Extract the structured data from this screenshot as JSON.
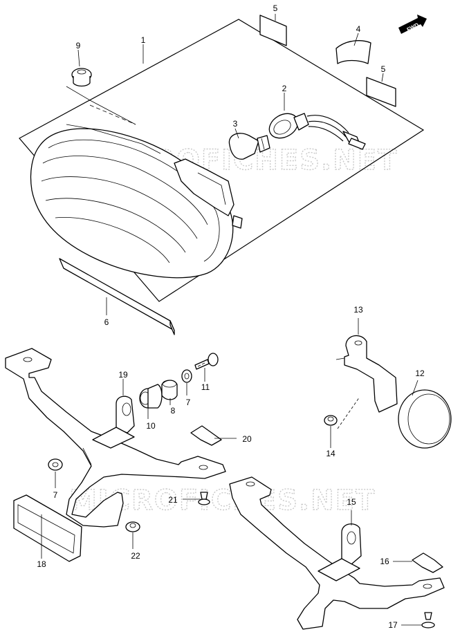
{
  "watermark": "MICROFICHES.NET",
  "direction_badge": {
    "label": "FWD",
    "icon": "forward-arrow-icon"
  },
  "callouts": {
    "p1": "1",
    "p2": "2",
    "p3": "3",
    "p4": "4",
    "p5a": "5",
    "p5b": "5",
    "p6": "6",
    "p7a": "7",
    "p7b": "7",
    "p8": "8",
    "p9": "9",
    "p10": "10",
    "p11": "11",
    "p12": "12",
    "p13": "13",
    "p14": "14",
    "p15": "15",
    "p16": "16",
    "p17": "17",
    "p18": "18",
    "p19": "19",
    "p20": "20",
    "p21": "21",
    "p22": "22"
  }
}
